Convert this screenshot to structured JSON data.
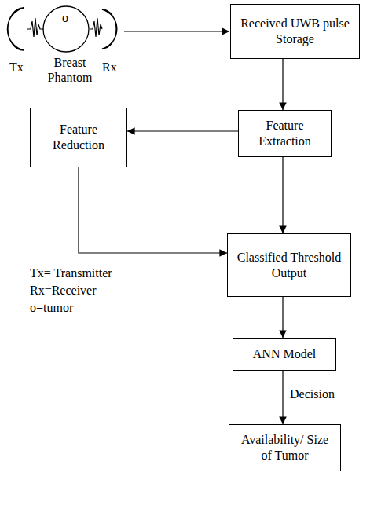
{
  "diagram": {
    "nodes": [
      {
        "text": [
          "Received UWB pulse Storage"
        ]
      },
      {
        "text": [
          "Feature Extraction"
        ]
      },
      {
        "text": [
          "Feature Reduction"
        ]
      },
      {
        "text": [
          "Classified Threshold Output"
        ]
      },
      {
        "text": [
          "ANN Model"
        ]
      },
      {
        "text": [
          "Availability/ Size of Tumor"
        ]
      }
    ],
    "edges": [
      {
        "from": 0,
        "to": 1,
        "arrow": "to"
      },
      {
        "from": 1,
        "to": 2,
        "arrow": "to"
      },
      {
        "from": 1,
        "to": 3,
        "arrow": "to"
      },
      {
        "from": 2,
        "to": 3,
        "arrow": "to"
      },
      {
        "from": 3,
        "to": 4,
        "arrow": "to"
      },
      {
        "from": 4,
        "to": 5,
        "label": "Decision",
        "arrow": "to"
      }
    ],
    "labels": [
      "Tx",
      "Breast Phantom",
      "Rx",
      "o",
      "Tx= Transmitter",
      "Rx=Receiver",
      "o=tumor"
    ]
  }
}
